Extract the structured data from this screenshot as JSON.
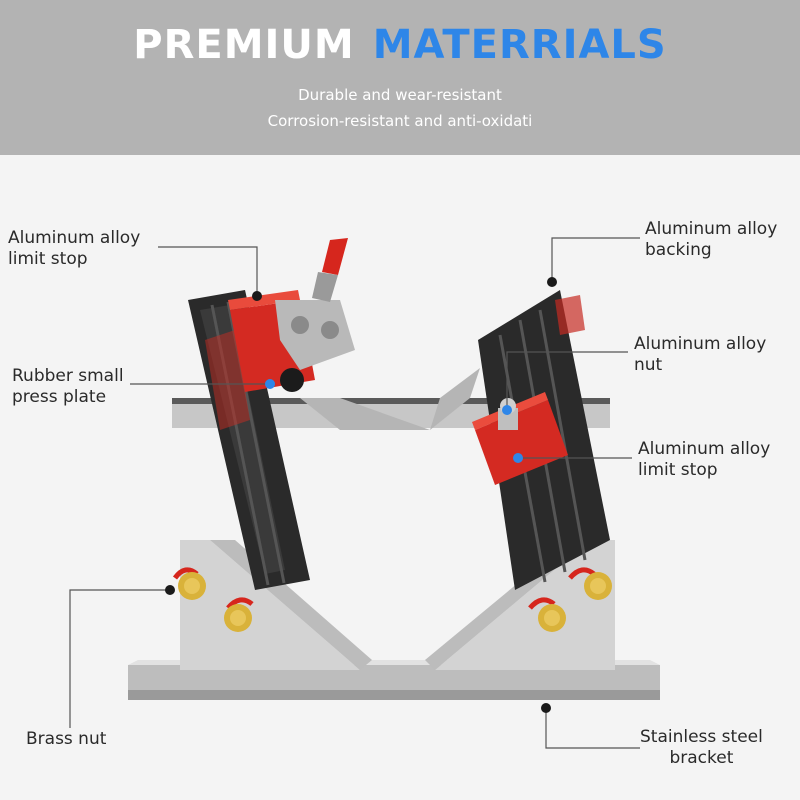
{
  "header": {
    "title_white": "PREMIUM",
    "title_blue": "MATERRIALS",
    "subtitle_1": "Durable and wear-resistant",
    "subtitle_2": "Corrosion-resistant and anti-oxidati"
  },
  "callouts": {
    "limit_stop_left": [
      "Aluminum alloy",
      "limit stop"
    ],
    "rubber_press_plate": [
      "Rubber small",
      "press plate"
    ],
    "brass_nut": [
      "Brass nut"
    ],
    "backing": [
      "Aluminum alloy",
      "backing"
    ],
    "nut": [
      "Aluminum alloy",
      "nut"
    ],
    "limit_stop_right": [
      "Aluminum alloy",
      "limit stop"
    ],
    "bracket": [
      "Stainless steel",
      "bracket"
    ]
  },
  "colors": {
    "banner": "#b3b3b3",
    "accent_blue": "#2e86e8",
    "aluminum_red": "#d42a22",
    "rail_black": "#2a2a2a",
    "brass": "#d9b23a",
    "steel": "#c9c9c9"
  }
}
